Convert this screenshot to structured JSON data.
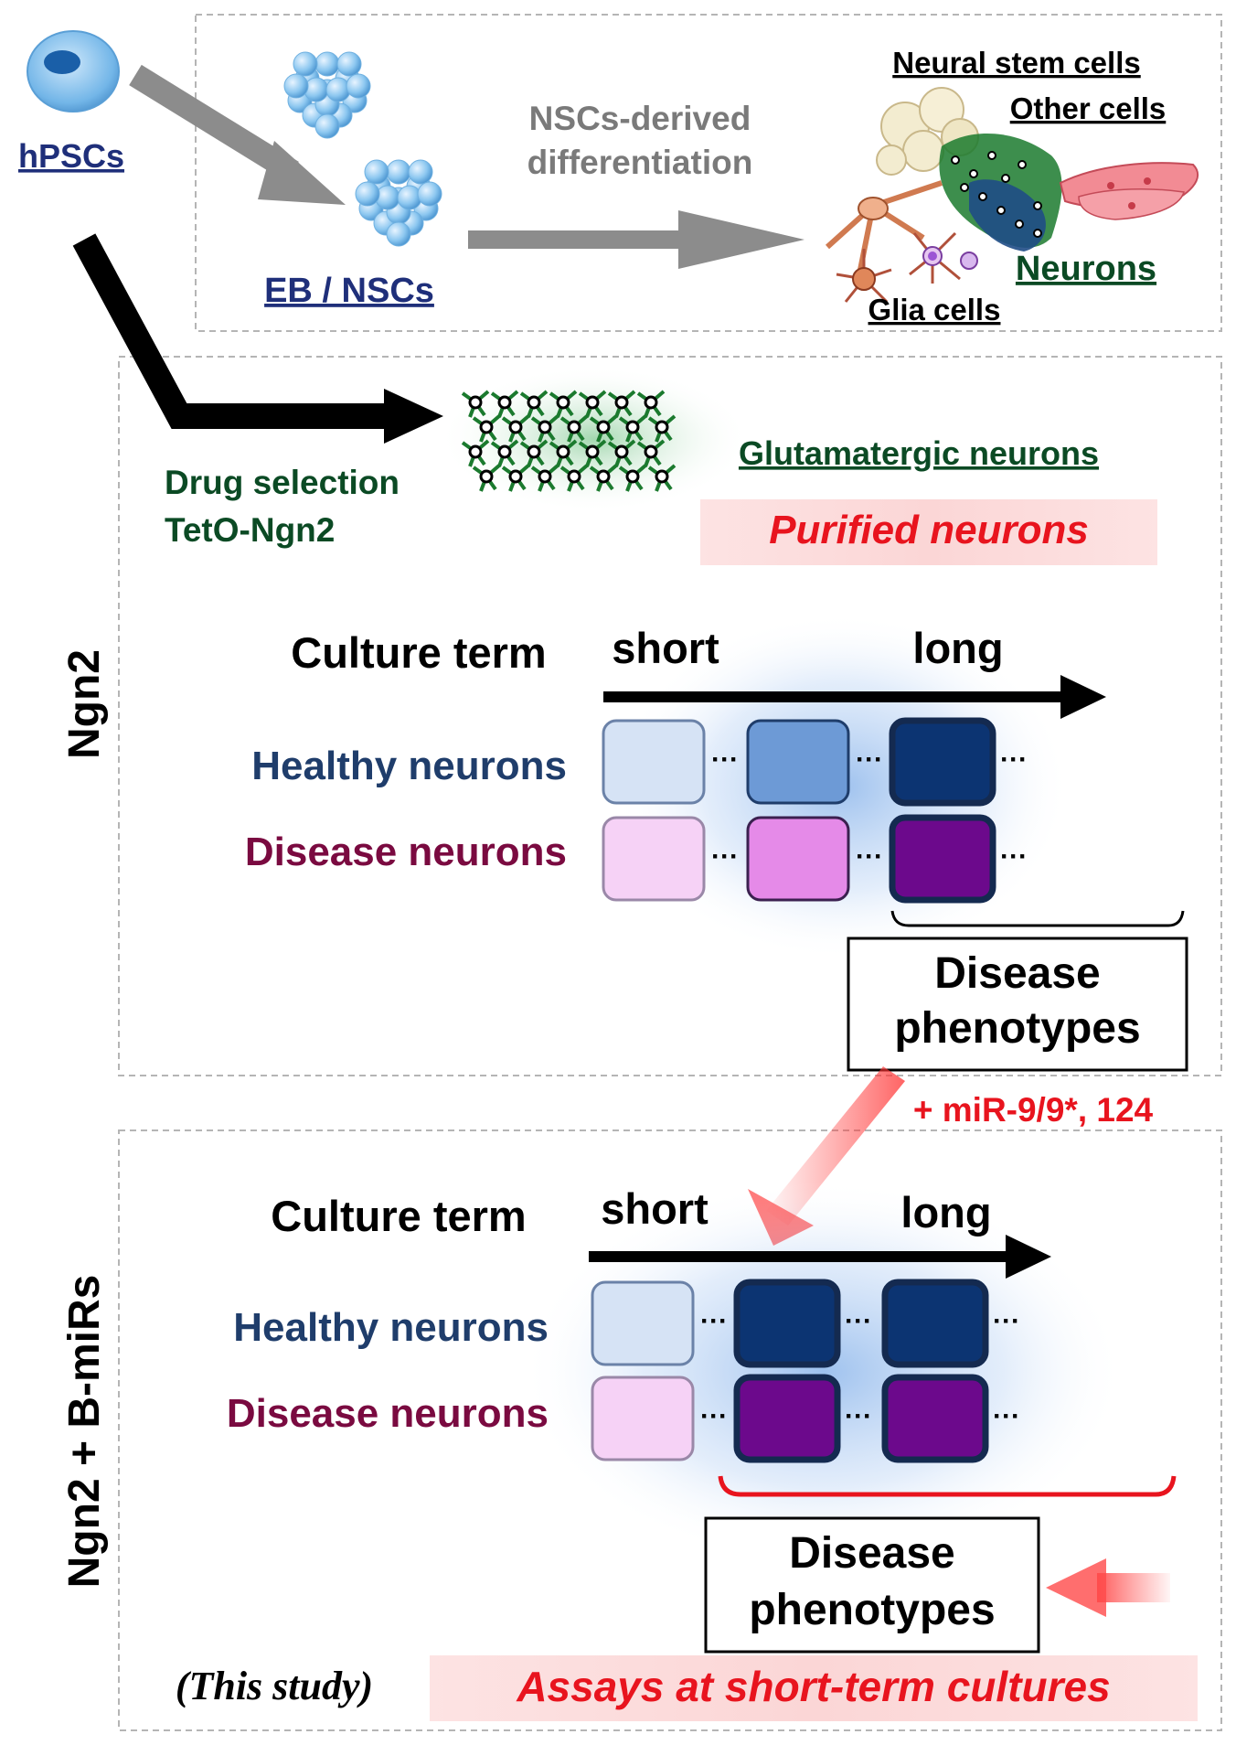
{
  "colors": {
    "healthy_text": "#1f3d6b",
    "disease_text": "#7a0a40",
    "red": "#e8141e",
    "dark_green": "#0b4a24",
    "navy": "#1f2f7a",
    "gray_arrow": "#8c8c8c",
    "healthy_shades": [
      "#d6e3f5",
      "#6d9ad6",
      "#0c3472"
    ],
    "disease_shades": [
      "#f6d2f6",
      "#e58ae8",
      "#6c098c"
    ]
  },
  "top": {
    "hpscs": "hPSCs",
    "eb_nscs": "EB / NSCs",
    "nscs_derived_1": "NSCs-derived",
    "nscs_derived_2": "differentiation",
    "neural_stem": "Neural stem cells",
    "other_cells": "Other cells",
    "neurons": "Neurons",
    "glia": "Glia cells"
  },
  "ngn2": {
    "side_label": "Ngn2",
    "drug_selection": "Drug selection",
    "teto": "TetO-Ngn2",
    "glutamatergic": "Glutamatergic neurons",
    "purified": "Purified neurons",
    "culture_term": "Culture term",
    "short": "short",
    "long": "long",
    "healthy": "Healthy neurons",
    "disease": "Disease neurons",
    "phenotypes_1": "Disease",
    "phenotypes_2": "phenotypes",
    "dots": "···"
  },
  "mir": {
    "label": "+ miR-9/9*, 124"
  },
  "bmirs": {
    "side_label": "Ngn2 + B-miRs",
    "culture_term": "Culture term",
    "short": "short",
    "long": "long",
    "healthy": "Healthy neurons",
    "disease": "Disease neurons",
    "phenotypes_1": "Disease",
    "phenotypes_2": "phenotypes",
    "this_study": "(This study)",
    "assays": "Assays at short-term cultures",
    "dots": "···"
  }
}
